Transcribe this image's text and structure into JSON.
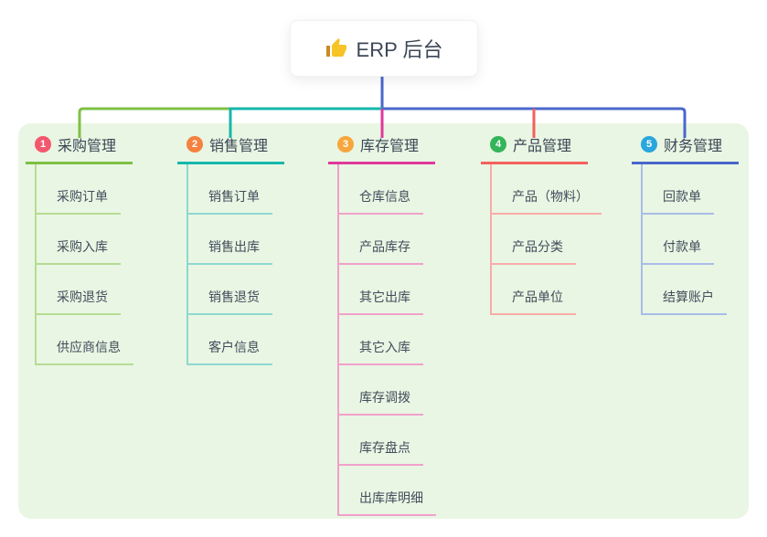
{
  "page": {
    "background_color": "#ffffff",
    "panel_color": "#e9f6e3"
  },
  "root": {
    "title": "ERP 后台",
    "icon": "thumbs-up-icon",
    "stem_color": "#4a67cc",
    "text_color": "#3d4757"
  },
  "branches": [
    {
      "number": "1",
      "label": "采购管理",
      "badge_color": "#f3586f",
      "line_color": "#7ec044",
      "child_line_color": "#b5dc92",
      "children": [
        "采购订单",
        "采购入库",
        "采购退货",
        "供应商信息"
      ]
    },
    {
      "number": "2",
      "label": "销售管理",
      "badge_color": "#f5813e",
      "line_color": "#16b7ab",
      "child_line_color": "#8ed8d0",
      "children": [
        "销售订单",
        "销售出库",
        "销售退货",
        "客户信息"
      ]
    },
    {
      "number": "3",
      "label": "库存管理",
      "badge_color": "#f7a63d",
      "line_color": "#e0399b",
      "child_line_color": "#f2a0cb",
      "children": [
        "仓库信息",
        "产品库存",
        "其它出库",
        "其它入库",
        "库存调拨",
        "库存盘点",
        "出库库明细"
      ]
    },
    {
      "number": "4",
      "label": "产品管理",
      "badge_color": "#34b559",
      "line_color": "#f4605c",
      "child_line_color": "#f8aca8",
      "children": [
        "产品（物料）",
        "产品分类",
        "产品单位"
      ]
    },
    {
      "number": "5",
      "label": "财务管理",
      "badge_color": "#29a6dd",
      "line_color": "#4a67cc",
      "child_line_color": "#a9bce8",
      "children": [
        "回款单",
        "付款单",
        "结算账户"
      ]
    }
  ]
}
